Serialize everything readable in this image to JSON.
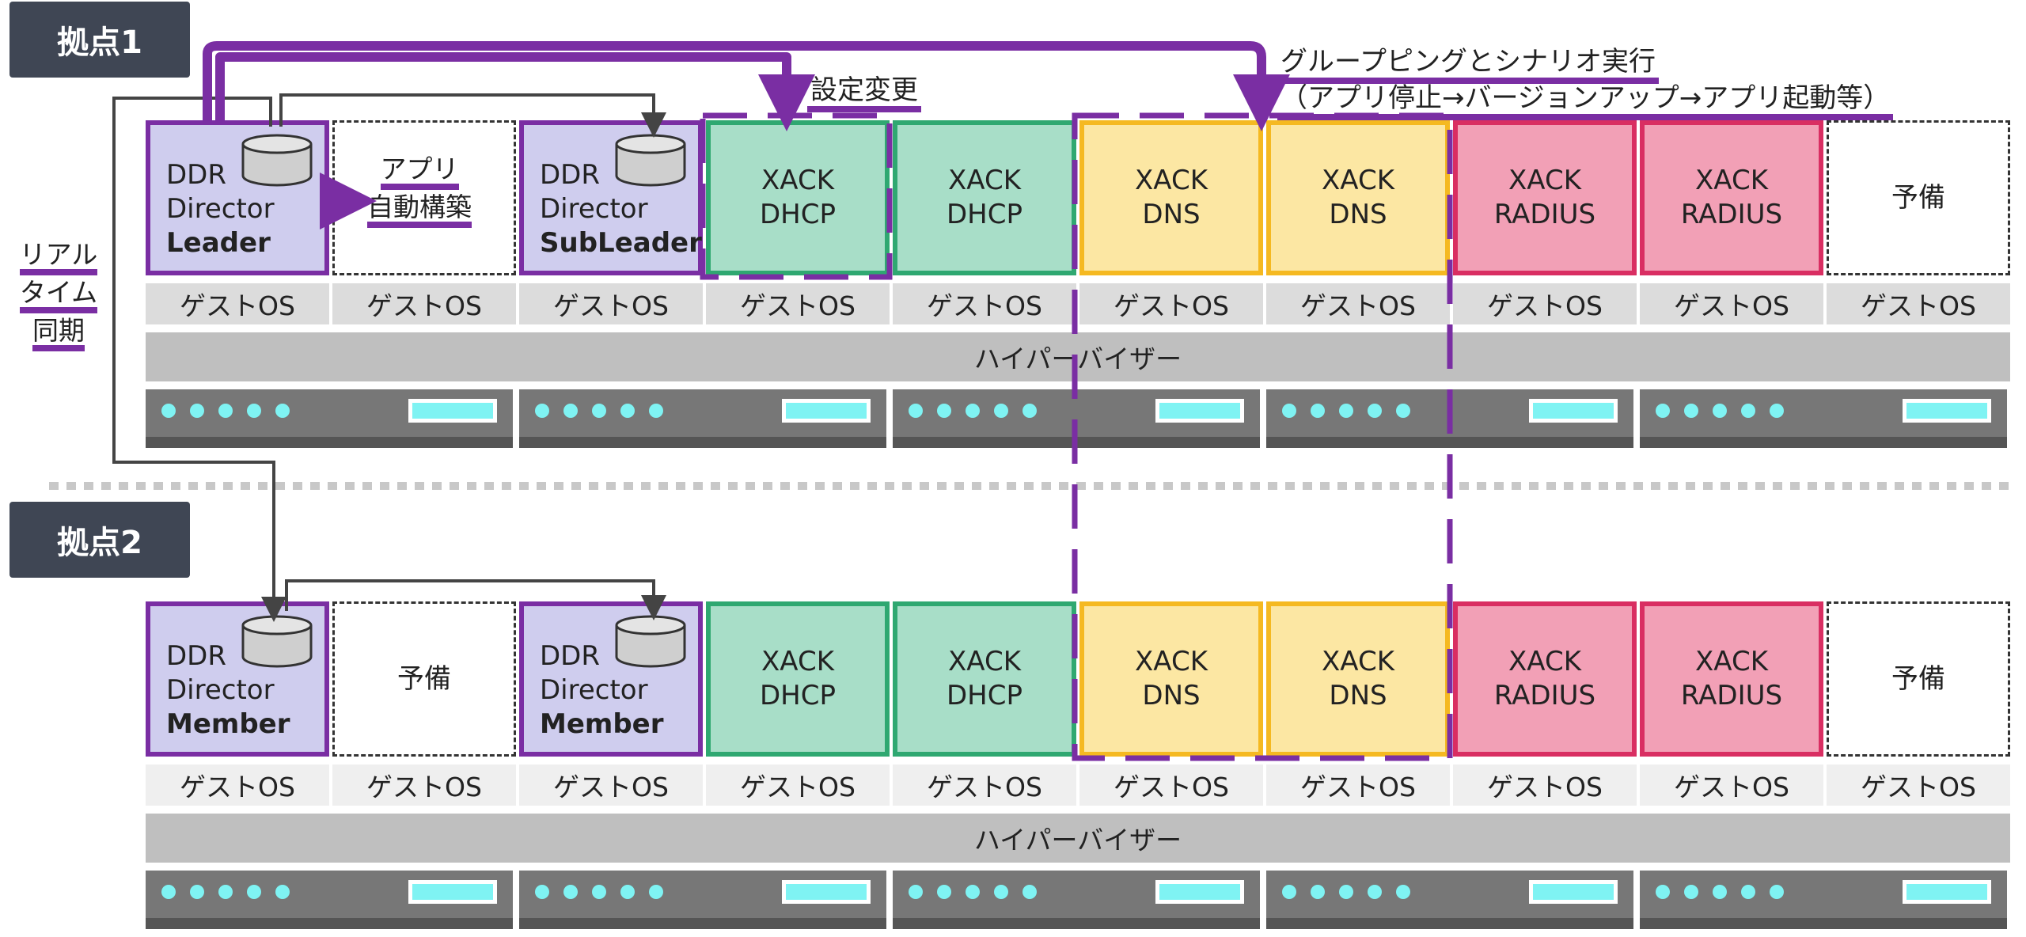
{
  "sites": [
    {
      "label": "拠点1"
    },
    {
      "label": "拠点2"
    }
  ],
  "site1_vms": [
    {
      "type": "ddr",
      "line1": "DDR",
      "line2": "Director",
      "role": "Leader"
    },
    {
      "type": "spare",
      "text": ""
    },
    {
      "type": "ddr",
      "line1": "DDR",
      "line2": "Director",
      "role": "SubLeader"
    },
    {
      "type": "dhcp",
      "line1": "XACK",
      "line2": "DHCP"
    },
    {
      "type": "dhcp",
      "line1": "XACK",
      "line2": "DHCP"
    },
    {
      "type": "dns",
      "line1": "XACK",
      "line2": "DNS"
    },
    {
      "type": "dns",
      "line1": "XACK",
      "line2": "DNS"
    },
    {
      "type": "radius",
      "line1": "XACK",
      "line2": "RADIUS"
    },
    {
      "type": "radius",
      "line1": "XACK",
      "line2": "RADIUS"
    },
    {
      "type": "spare",
      "text": "予備"
    }
  ],
  "site2_vms": [
    {
      "type": "ddr",
      "line1": "DDR",
      "line2": "Director",
      "role": "Member"
    },
    {
      "type": "spare",
      "text": "予備"
    },
    {
      "type": "ddr",
      "line1": "DDR",
      "line2": "Director",
      "role": "Member"
    },
    {
      "type": "dhcp",
      "line1": "XACK",
      "line2": "DHCP"
    },
    {
      "type": "dhcp",
      "line1": "XACK",
      "line2": "DHCP"
    },
    {
      "type": "dns",
      "line1": "XACK",
      "line2": "DNS"
    },
    {
      "type": "dns",
      "line1": "XACK",
      "line2": "DNS"
    },
    {
      "type": "radius",
      "line1": "XACK",
      "line2": "RADIUS"
    },
    {
      "type": "radius",
      "line1": "XACK",
      "line2": "RADIUS"
    },
    {
      "type": "spare",
      "text": "予備"
    }
  ],
  "guest_os_label": "ゲストOS",
  "hypervisor_label": "ハイパーバイザー",
  "annotations": {
    "config_change": "設定変更",
    "grouping": "グループピングとシナリオ実行",
    "scenario": "（アプリ停止→バージョンアップ→アプリ起動等）",
    "auto_build_1": "アプリ",
    "auto_build_2": "自動構築",
    "realtime_1": "リアル",
    "realtime_2": "タイム",
    "realtime_3": "同期"
  },
  "colors": {
    "purple": "#7a2ea3",
    "ddr_fill": "#cfcdee",
    "dhcp_fill": "#a8dec8",
    "dhcp_border": "#2fa871",
    "dns_fill": "#fce7a3",
    "dns_border": "#f5b921",
    "radius_fill": "#f2a0b6",
    "radius_border": "#d92e62",
    "site_label_bg": "#3f4654",
    "server_body": "#777777",
    "server_led": "#7ff3f3"
  }
}
